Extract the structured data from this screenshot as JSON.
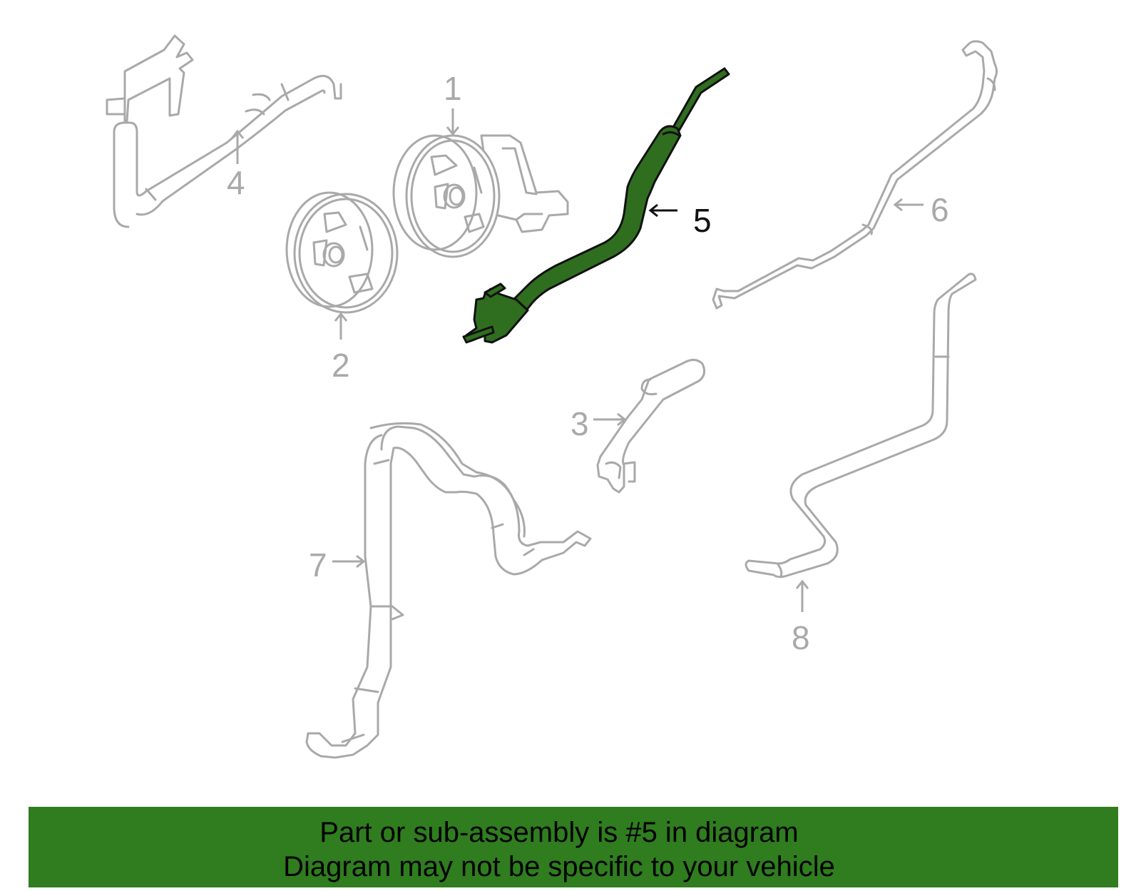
{
  "diagram": {
    "callouts": {
      "c1": "1",
      "c2": "2",
      "c3": "3",
      "c4": "4",
      "c5": "5",
      "c6": "6",
      "c7": "7",
      "c8": "8"
    },
    "highlighted_part": "5",
    "colors": {
      "highlight": "#2f6e1f",
      "outline": "#a9a9a9",
      "banner": "#2f7d1f"
    }
  },
  "banner": {
    "line1": "Part or sub-assembly is #5 in diagram",
    "line2": "Diagram may not be specific to your vehicle"
  }
}
